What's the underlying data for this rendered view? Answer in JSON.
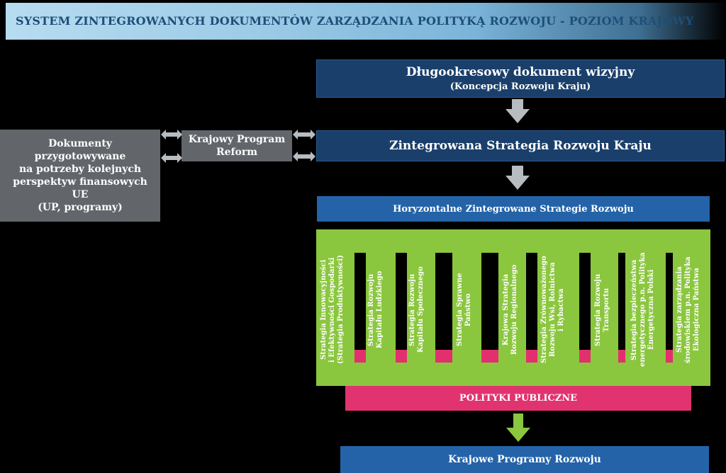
{
  "header": {
    "title": "SYSTEM ZINTEGROWANYCH DOKUMENTÓW ZARZĄDZANIA POLITYKĄ ROZWOJU - POZIOM KRAJOWY"
  },
  "top_box": {
    "title": "Długookresowy dokument wizyjny",
    "subtitle": "(Koncepcja Rozwoju Kraju)"
  },
  "middle_box": {
    "title": "Zintegrowana Strategia Rozwoju Kraju"
  },
  "horizontal_box": {
    "title": "Horyzontalne Zintegrowane Strategie Rozwoju"
  },
  "reform_box": {
    "line1": "Krajowy Program",
    "line2": "Reform"
  },
  "eu_box": {
    "line1": "Dokumenty przygotowywane",
    "line2": "na potrzeby kolejnych",
    "line3": "perspektyw finansowych UE",
    "line4": "(UP, programy)"
  },
  "strategies": [
    {
      "l1": "Strategia Innowacyjności",
      "l2": "i Efektywności Gospodarki",
      "l3": "(Strategia Produktywności)"
    },
    {
      "l1": "Strategia Rozwoju",
      "l2": "Kapitału Ludzkiego",
      "l3": ""
    },
    {
      "l1": "Strategia Rozwoju",
      "l2": "Kapitału Społecznego",
      "l3": ""
    },
    {
      "l1": "Strategia Sprawne",
      "l2": "Państwo",
      "l3": ""
    },
    {
      "l1": "Krajowa Strategia",
      "l2": "Rozwoju Regionalnego",
      "l3": ""
    },
    {
      "l1": "Strategia Zrównoważonego",
      "l2": "Rozwoju Wsi, Rolnictwa",
      "l3": "i Rybactwa"
    },
    {
      "l1": "Strategia Rozwoju",
      "l2": "Transportu",
      "l3": ""
    },
    {
      "l1": "Strategia bezpieczeństwa",
      "l2": "energetycznego p.n. Polityka",
      "l3": "Energetyczna Polski"
    },
    {
      "l1": "Strategia zarządzania",
      "l2": "środowiskiem p.n. Polityka",
      "l3": "Ekologiczna Państwa"
    }
  ],
  "public_policies": {
    "label": "POLITYKI PUBLICZNE"
  },
  "bottom_box": {
    "title": "Krajowe Programy Rozwoju"
  },
  "colors": {
    "navy": "#1a3f6b",
    "blue": "#2463a8",
    "gray": "#62666b",
    "green": "#8bc63f",
    "pink": "#e1336f",
    "arrow_gray": "#b7bcc1"
  }
}
